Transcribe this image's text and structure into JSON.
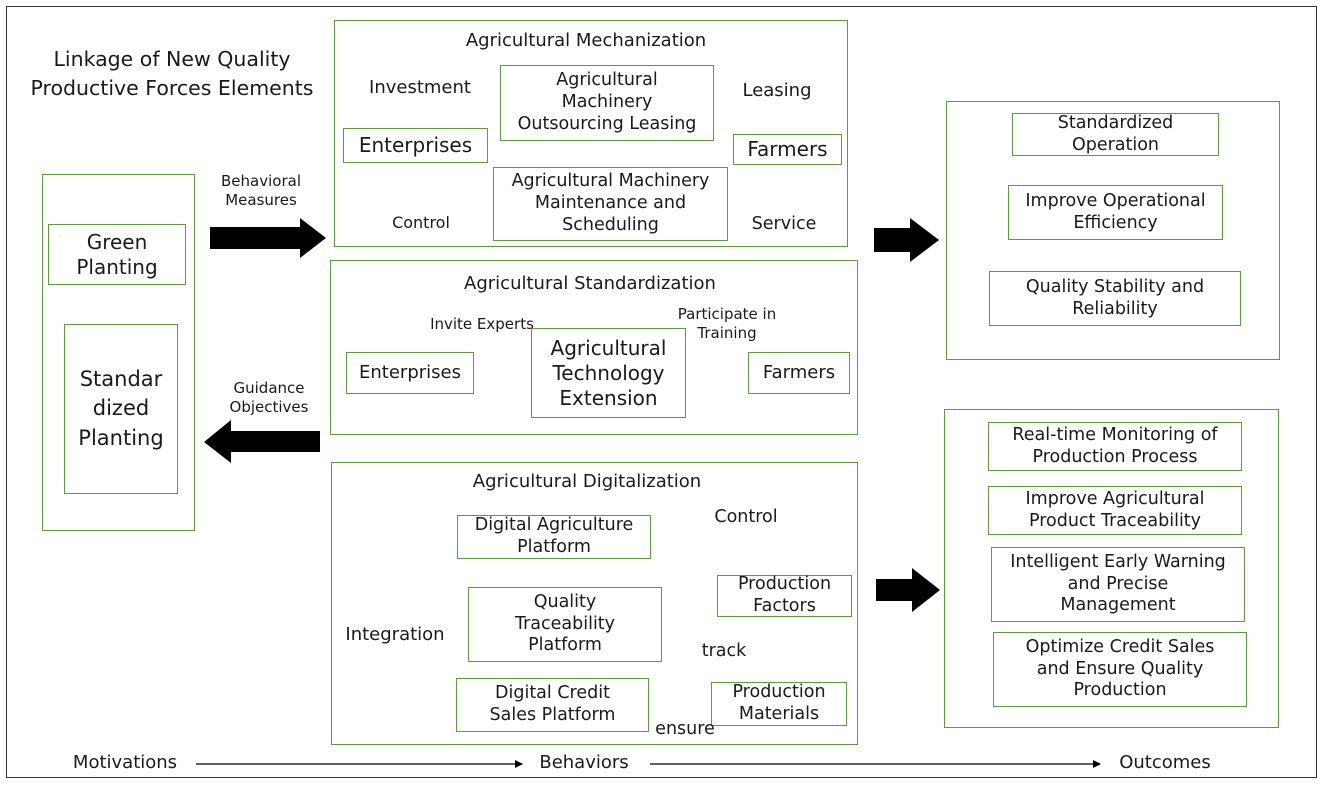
{
  "title": "Linkage of New Quality\nProductive Forces Elements",
  "left_panel": {
    "green": "Green\nPlanting",
    "standardized": "Standar\ndized\nPlanting"
  },
  "arrows": {
    "behavioral": "Behavioral\nMeasures",
    "guidance": "Guidance\nObjectives"
  },
  "mechanization": {
    "title": "Agricultural Mechanization",
    "investment": "Investment",
    "leasing_box": "Agricultural\nMachinery\nOutsourcing Leasing",
    "leasing": "Leasing",
    "enterprises": "Enterprises",
    "farmers": "Farmers",
    "maintenance_box": "Agricultural Machinery\nMaintenance and\nScheduling",
    "control": "Control",
    "service": "Service"
  },
  "standardization": {
    "title": "Agricultural Standardization",
    "invite": "Invite Experts",
    "participate": "Participate in\nTraining",
    "enterprises": "Enterprises",
    "extension": "Agricultural\nTechnology\nExtension",
    "farmers": "Farmers"
  },
  "digitalization": {
    "title": "Agricultural Digitalization",
    "platform": "Digital Agriculture\nPlatform",
    "control": "Control",
    "factors": "Production\nFactors",
    "integration": "Integration",
    "traceability": "Quality\nTraceability\nPlatform",
    "track": "track",
    "credit": "Digital Credit\nSales Platform",
    "materials": "Production\nMaterials",
    "ensure": "ensure"
  },
  "outcomes_top": {
    "o1": "Standardized\nOperation",
    "o2": "Improve Operational\nEfficiency",
    "o3": "Quality Stability and\nReliability"
  },
  "outcomes_bottom": {
    "o1": "Real-time Monitoring of\nProduction Process",
    "o2": "Improve Agricultural\nProduct Traceability",
    "o3": "Intelligent Early Warning\nand Precise\nManagement",
    "o4": "Optimize Credit Sales\nand Ensure Quality\nProduction"
  },
  "flow": {
    "motivations": "Motivations",
    "behaviors": "Behaviors",
    "outcomes": "Outcomes"
  },
  "colors": {
    "box_border": "#5a9e3a",
    "arrow": "#000000"
  }
}
